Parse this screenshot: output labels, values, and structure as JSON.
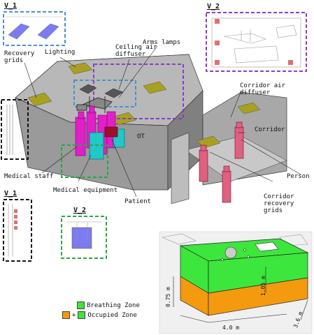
{
  "views": {
    "v1_top": "V_1",
    "v2_top": "V_2",
    "v1_bottom": "V_1",
    "v2_bottom": "V_2"
  },
  "labels": {
    "recovery_grids": "Recovery\ngrids",
    "lighting": "Lighting",
    "ceiling_air_diffuser": "Ceiling air\ndiffuser",
    "arms_lamps": "Arms lamps",
    "corridor_air_diffuser": "Corridor air\ndiffuser",
    "corridor": "Corridor",
    "ot": "OT",
    "medical_staff": "Medical staff",
    "medical_equipment": "Medical equipment",
    "patient": "Patient",
    "person": "Person",
    "corridor_recovery_grids": "Corridor\nrecovery\ngrids"
  },
  "dimensions": {
    "height_total": "1.05 m",
    "height_occupied": "0.75 m",
    "width": "4.0 m",
    "depth": "3.6 m"
  },
  "legend": {
    "breathing": "Breathing Zone",
    "occupied": "Occupied  Zone",
    "plus": "+"
  },
  "colors": {
    "breathing": "#3ce63c",
    "occupied": "#f39a0f",
    "staff": "#e020c8",
    "equipment": "#20c8c8",
    "person": "#e06080",
    "lighting": "#a8a020"
  }
}
